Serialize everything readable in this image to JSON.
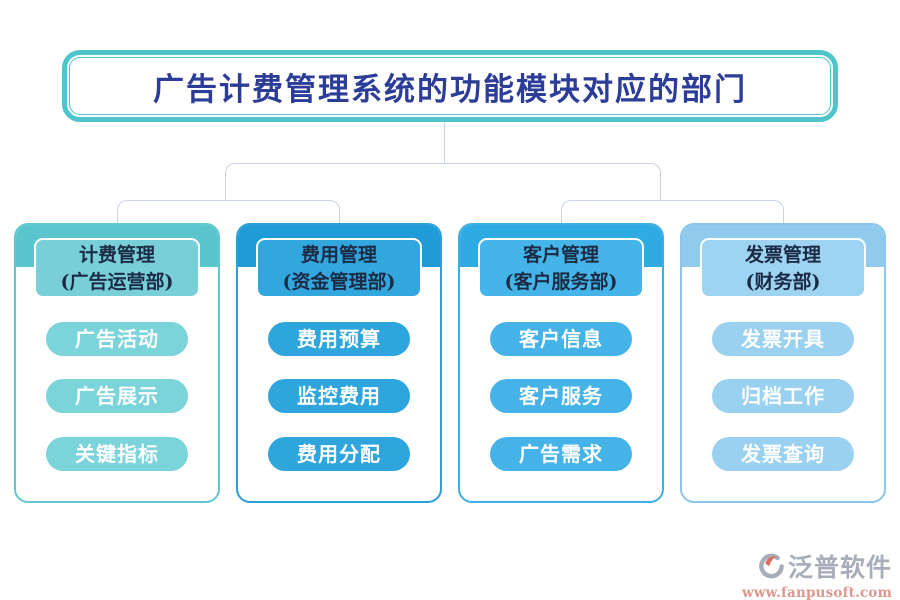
{
  "title": "广告计费管理系统的功能模块对应的部门",
  "columns": [
    {
      "name": "计费管理",
      "department": "(广告运营部)",
      "items": [
        "广告活动",
        "广告展示",
        "关键指标"
      ],
      "colors": {
        "band": "#5ac5cd",
        "label": "#78cfd7",
        "pill": "#7cd4db",
        "border": "#62c8d0"
      }
    },
    {
      "name": "费用管理",
      "department": "(资金管理部)",
      "items": [
        "费用预算",
        "监控费用",
        "费用分配"
      ],
      "colors": {
        "band": "#1f9cd8",
        "label": "#32a7de",
        "pill": "#2fa5de",
        "border": "#2f9fda"
      }
    },
    {
      "name": "客户管理",
      "department": "(客户服务部)",
      "items": [
        "客户信息",
        "客户服务",
        "广告需求"
      ],
      "colors": {
        "band": "#2fabe3",
        "label": "#45b4e8",
        "pill": "#45b3e8",
        "border": "#3faee4"
      }
    },
    {
      "name": "发票管理",
      "department": "(财务部)",
      "items": [
        "发票开具",
        "归档工作",
        "发票查询"
      ],
      "colors": {
        "band": "#90cbee",
        "label": "#9ed3f2",
        "pill": "#9ad1f1",
        "border": "#8ac6ec"
      }
    }
  ],
  "footer": {
    "brand": "泛普软件",
    "url": "www.fanpusoft.com"
  },
  "theme": {
    "title_border": "#4ec4cb",
    "title_text": "#2c3c99",
    "connector": "#c9d2e5",
    "header_text": "#1c2b45"
  }
}
